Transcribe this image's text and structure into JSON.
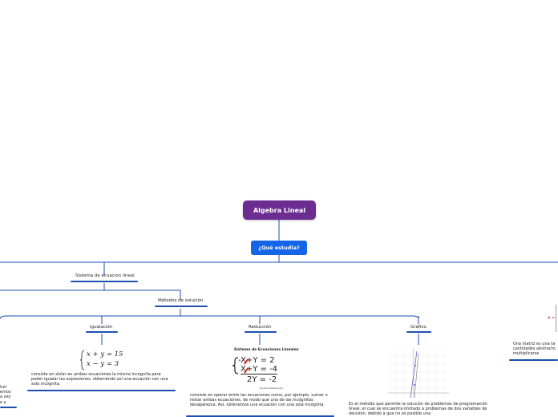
{
  "root": {
    "label": "Algebra Lineal"
  },
  "question": {
    "label": "¿Qué estudia?"
  },
  "topic_systems": {
    "label": "Sistema de ecuacion lineal"
  },
  "methods": {
    "label": "Métodos de solución"
  },
  "igualacion": {
    "label": "Igualación",
    "eq1": "x + y = 15",
    "eq2": "x − y = 3",
    "desc": "consiste en aislar en ambas ecuaciones la misma incógnita para poder igualar las expresiones, obteniendo así una ecuación con una sola incógnita."
  },
  "reduccion": {
    "label": "Reducción",
    "image_title": "Sistema de Ecuaciones Lineales",
    "eq1": "-X+Y = 2",
    "eq2": "X+Y = -4",
    "eq3": "2Y = -2",
    "image_credit": "Ecuaciondeuel.com",
    "desc": "consiste en operar entre las ecuaciones como, por ejemplo, sumar o restar ambas ecuaciones, de modo que una de las incógnitas desaparezca. Así, obtenemos una ecuación con una sola incógnita."
  },
  "grafico": {
    "label": "Gráfico",
    "desc": "Es el método que permite la solución de problemas de programación lineal, el cual se encuentra limitado a problemas de dos variables de decisión, debido a que no es posible una"
  },
  "left_fragment": {
    "lines": [
      "tuir",
      "emos",
      "a vez",
      "e y"
    ]
  },
  "matrix": {
    "symbol": "A =",
    "desc": "Una matriz es una ta cantidades abstracto multiplicarse"
  },
  "colors": {
    "purple": "#6b2d91",
    "blue": "#1565e8",
    "line": "#1d4fb0"
  }
}
